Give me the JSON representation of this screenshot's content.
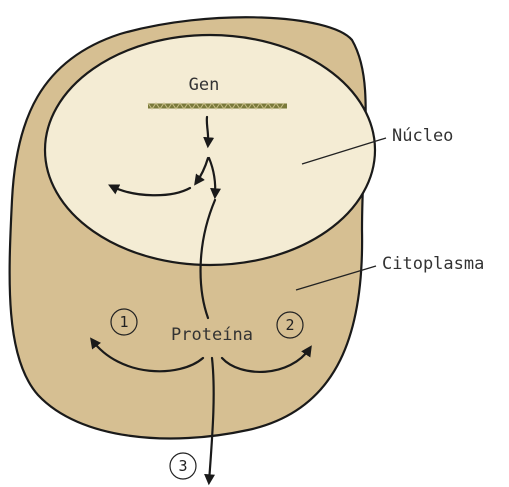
{
  "labels": {
    "gene": "Gen",
    "nucleus": "Núcleo",
    "cytoplasm": "Citoplasma",
    "protein": "Proteína"
  },
  "markers": [
    "1",
    "2",
    "3"
  ],
  "colors": {
    "cell_fill": "#d6bf92",
    "nucleus_fill": "#f4ecd4",
    "outline": "#1a1a1a",
    "gene_strand": "#7a7a3a"
  }
}
